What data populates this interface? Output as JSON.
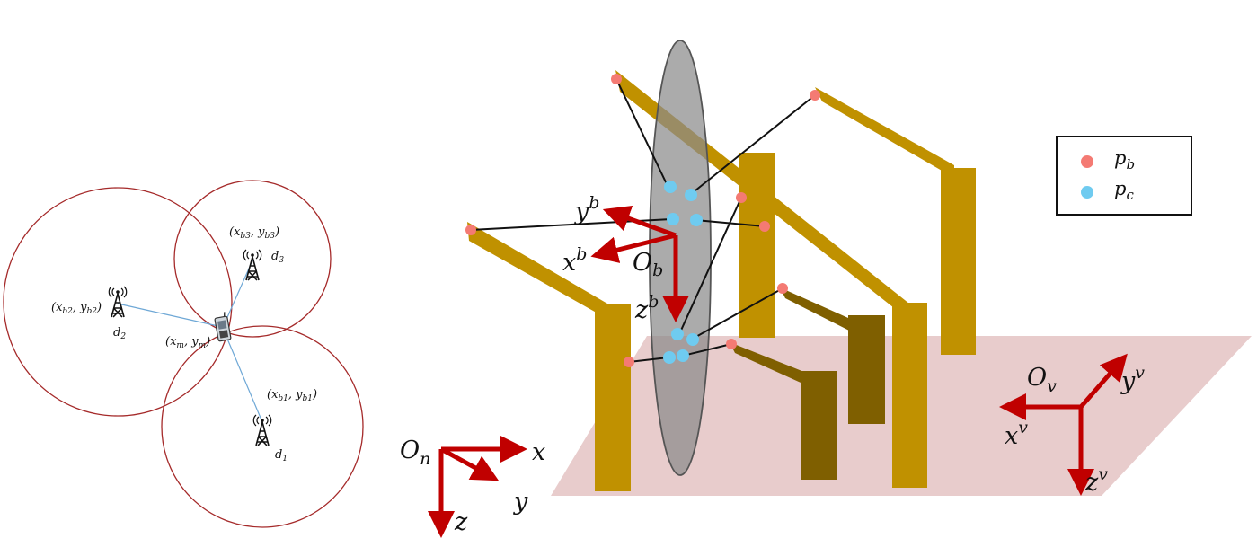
{
  "trilateration": {
    "towers": [
      {
        "coord": "(x_b1, y_b1)",
        "coord_main": "(x",
        "coord_s1": "b1",
        "coord_mid": ", y",
        "coord_s2": "b1",
        "coord_end": ")",
        "dist_main": "d",
        "dist_sub": "1"
      },
      {
        "coord": "(x_b2, y_b2)",
        "coord_main": "(x",
        "coord_s1": "b2",
        "coord_mid": ", y",
        "coord_s2": "b2",
        "coord_end": ")",
        "dist_main": "d",
        "dist_sub": "2"
      },
      {
        "coord": "(x_b3, y_b3)",
        "coord_main": "(x",
        "coord_s1": "b3",
        "coord_mid": ", y",
        "coord_s2": "b3",
        "coord_end": ")",
        "dist_main": "d",
        "dist_sub": "3"
      }
    ],
    "mobile": {
      "main": "(x",
      "s1": "m",
      "mid": ", y",
      "s2": "m",
      "end": ")"
    }
  },
  "frames": {
    "navigation": {
      "origin": "O",
      "origin_sub": "n",
      "x": "x",
      "y": "y",
      "z": "z"
    },
    "body": {
      "origin": "O",
      "origin_sub": "b",
      "x": "x",
      "y": "y",
      "z": "z",
      "sup": "b"
    },
    "vehicle": {
      "origin": "O",
      "origin_sub": "v",
      "x": "x",
      "y": "y",
      "z": "z",
      "sup": "v"
    }
  },
  "legend": {
    "items": [
      {
        "main": "p",
        "sub": "b",
        "color": "#f47a73"
      },
      {
        "main": "p",
        "sub": "c",
        "color": "#6fcbf0"
      }
    ]
  },
  "colors": {
    "circle": "#a52a2a",
    "link": "#6fa8d6",
    "axis": "#c00000",
    "frame_gold": "#c09100",
    "frame_dark": "#7f5f00",
    "ground": "#e8cccc",
    "lens": "#8a8a8a"
  }
}
